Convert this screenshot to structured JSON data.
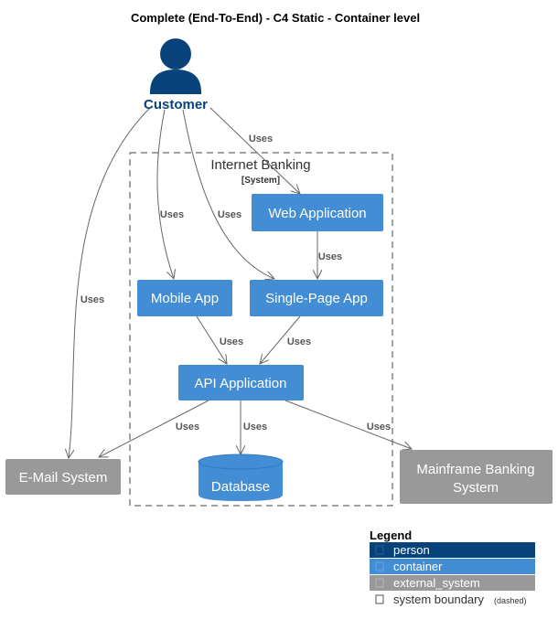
{
  "title": "Complete (End-To-End) - C4 Static - Container level",
  "person": {
    "label": "Customer",
    "icon": "person-icon"
  },
  "boundary": {
    "title": "Internet Banking",
    "type": "[System]"
  },
  "containers": {
    "web_app": "Web Application",
    "mobile_app": "Mobile App",
    "spa": "Single-Page App",
    "api": "API Application",
    "database": "Database"
  },
  "external": {
    "email": "E-Mail System",
    "mainframe_line1": "Mainframe Banking",
    "mainframe_line2": "System"
  },
  "edges": {
    "customer_web": "Uses",
    "customer_mobile": "Uses",
    "customer_spa": "Uses",
    "customer_email": "Uses",
    "web_spa": "Uses",
    "mobile_api": "Uses",
    "spa_api": "Uses",
    "api_email": "Uses",
    "api_db": "Uses",
    "api_mainframe": "Uses"
  },
  "legend": {
    "title": "Legend",
    "person": "person",
    "container": "container",
    "external_system": "external_system",
    "system_boundary": "system boundary",
    "dashed": "(dashed)"
  },
  "colors": {
    "person": "#08427b",
    "container": "#438dd5",
    "external": "#999999",
    "edge": "#666666"
  }
}
